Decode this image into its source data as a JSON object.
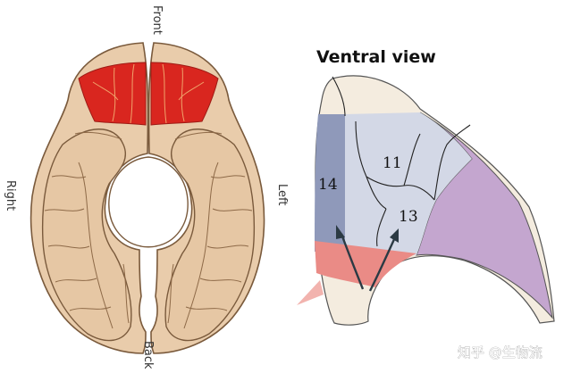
{
  "orientation": {
    "front": "Front",
    "back": "Back",
    "right": "Right",
    "left": "Left"
  },
  "ventral_title": "Ventral view",
  "areas": {
    "a14": "14",
    "a11": "11",
    "a13": "13"
  },
  "watermark": "知乎 @生物流",
  "colors": {
    "brain_tissue": "#e9ccab",
    "brain_outline": "#7a5a3c",
    "orbitofrontal_highlight": "#d9261f",
    "area_14": "#8f99ba",
    "area_11_13": "#d3d8e6",
    "lateral_region": "#c4a6cf",
    "pink_region": "#ea8b86",
    "arrow": "#2b3a44"
  }
}
